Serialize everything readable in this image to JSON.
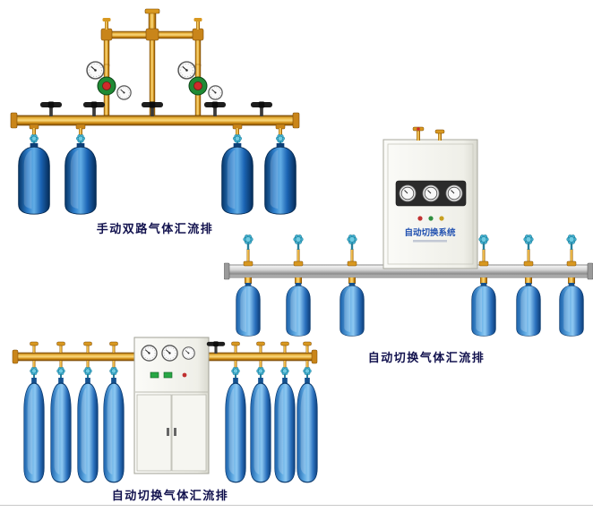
{
  "page": {
    "background": "#ffffff"
  },
  "products": [
    {
      "id": "manual-dual-manifold",
      "caption": "手动双路气体汇流排",
      "cylinder_count": 4,
      "regulator_count": 2,
      "gauge_count": 4
    },
    {
      "id": "auto-switch-manifold-wall",
      "caption": "自动切换气体汇流排",
      "cabinet": {
        "label": "自动切换系统",
        "gauge_count": 3,
        "indicator_count": 3
      },
      "cylinder_count": 6
    },
    {
      "id": "auto-switch-manifold-floor",
      "caption": "自动切换气体汇流排",
      "cabinet": {
        "gauge_count": 3
      },
      "cylinder_count": 8
    }
  ],
  "colors": {
    "cylinder_blue": "#1565c0",
    "cylinder_blue_light": "#5ea9e2",
    "brass": "#c9851a",
    "rail_silver": "#b8b8b8",
    "caption_text": "#12124e",
    "cabinet_label_blue": "#2050b0",
    "regulator_green": "#1f8a34",
    "knob_red": "#cf2b2b",
    "valve_cyan": "#43b5d6"
  }
}
